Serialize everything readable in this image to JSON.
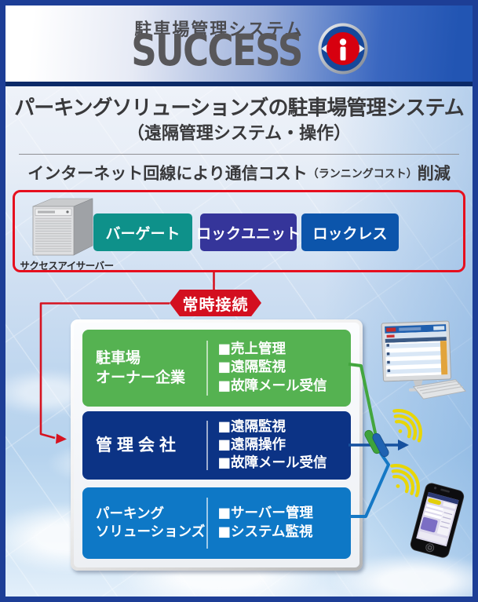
{
  "header": {
    "subtitle": "駐車場管理システム",
    "title": "SUCCESS",
    "logo_letter": "i"
  },
  "intro": {
    "title_line1": "パーキングソリューションズの駐車場管理システム",
    "title_line2": "（遠隔管理システム・操作）",
    "benefit_main": "インターネット回線により通信コスト",
    "benefit_paren": "（ランニングコスト）",
    "benefit_suffix": "削減"
  },
  "server_box": {
    "server_label": "サクセスアイサーバー",
    "devices": [
      {
        "label": "バーゲート",
        "color": "#0e918a"
      },
      {
        "label": "ロックユニット",
        "color": "#35359a"
      },
      {
        "label": "ロックレス",
        "color": "#0c55ab"
      }
    ]
  },
  "connection_badge": "常時接続",
  "organizations": [
    {
      "name_lines": [
        "駐車場",
        "オーナー企業"
      ],
      "color": "#55b251",
      "features": [
        "■売上管理",
        "■遠隔監視",
        "■故障メール受信"
      ]
    },
    {
      "name_lines": [
        "管理会社",
        ""
      ],
      "color": "#0c3385",
      "features": [
        "■遠隔監視",
        "■遠隔操作",
        "■故障メール受信"
      ]
    },
    {
      "name_lines": [
        "パーキング",
        "ソリューションズ"
      ],
      "color": "#0e78c6",
      "features": [
        "■サーバー管理",
        "■システム監視"
      ]
    }
  ],
  "icons": {
    "logo": "success-i-eye-icon",
    "server": "server-tower-icon",
    "monitor": "desktop-monitor-icon",
    "phone": "smartphone-icon",
    "wifi": "wireless-signal-icon"
  },
  "colors": {
    "accent_red": "#d30f1f",
    "frame_navy": "#1d3e96",
    "wifi_yellow": "#e8d606"
  }
}
